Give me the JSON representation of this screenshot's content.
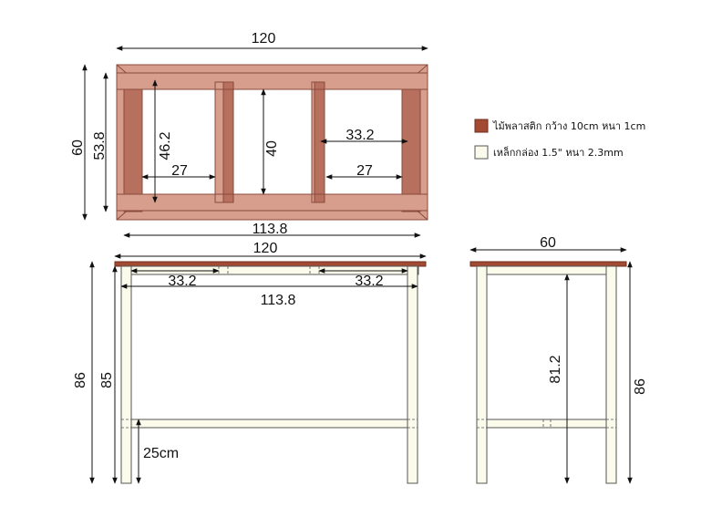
{
  "colors": {
    "wood_light": "#d79e8e",
    "wood_dark": "#b7705e",
    "tabletop": "#a34a33",
    "steel": "#fbfbec",
    "line": "#111111"
  },
  "legend": {
    "wood_label": "ไม้พลาสติก กว้าง 10cm หนา 1cm",
    "steel_label": "เหล็กกล่อง 1.5\" หนา 2.3mm"
  },
  "top_view": {
    "overall_width": "120",
    "overall_depth": "60",
    "inner_depth": "53.8",
    "inner_width": "113.8",
    "opening_depth": "46.2",
    "middle_opening_depth": "40",
    "opening_width_left": "27",
    "opening_width_right": "27",
    "bay_width": "33.2"
  },
  "front_view": {
    "overall_width": "120",
    "bay_left": "33.2",
    "bay_right": "33.2",
    "inner_width": "113.8",
    "overall_height": "86",
    "leg_height": "85",
    "rail_height": "25cm"
  },
  "side_view": {
    "overall_depth": "60",
    "inner_height": "81.2",
    "overall_height": "86"
  }
}
